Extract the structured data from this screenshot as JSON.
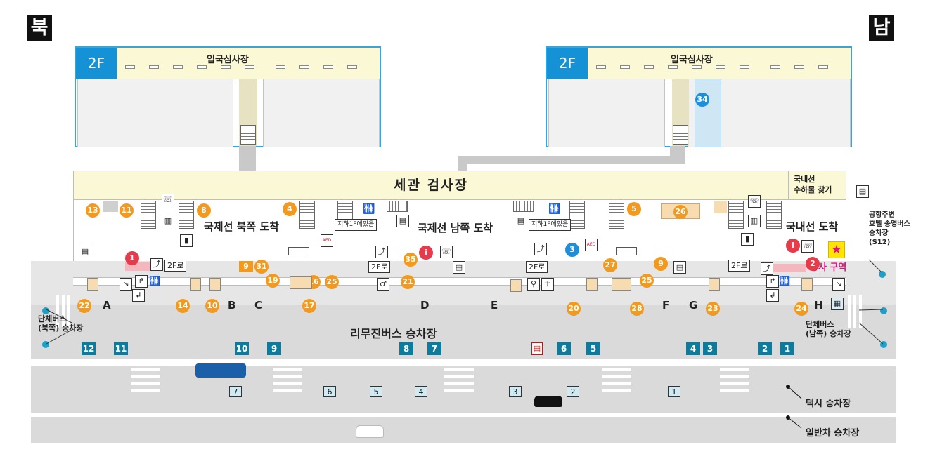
{
  "corners": {
    "north": "북",
    "south": "남"
  },
  "floor2": {
    "north": {
      "floor_label": "2F",
      "title": "입국심사장"
    },
    "south": {
      "floor_label": "2F",
      "title": "입국심사장",
      "marker": "34"
    }
  },
  "hall": {
    "customs_title": "세관 검사장",
    "domestic_baggage_title": "국내선\n수하물 찾기",
    "zone_north": "국제선 북쪽 도착",
    "zone_south": "국제선 남쪽 도착",
    "zone_domestic": "국내선 도착",
    "b1_note_1": "지하1F에있음",
    "b1_note_2": "지하1F에있음",
    "to_2f_1": "2F로",
    "to_2f_2": "2F로",
    "to_2f_3": "2F로",
    "to_2f_4": "2F로",
    "construction": "공사 구역",
    "aed": "AED"
  },
  "facility_numbers": {
    "n1": "1",
    "n2": "2",
    "n3": "3",
    "n4": "4",
    "n5": "5",
    "n8": "8",
    "n9a": "9",
    "n9b": "9",
    "n10": "10",
    "n11": "11",
    "n13": "13",
    "n14": "14",
    "n16": "16",
    "n17": "17",
    "n19": "19",
    "n20": "20",
    "n21": "21",
    "n22": "22",
    "n23": "23",
    "n24": "24",
    "n25a": "25",
    "n25b": "25",
    "n26": "26",
    "n27": "27",
    "n28": "28",
    "n31": "31",
    "n35": "35"
  },
  "doors": [
    "A",
    "B",
    "C",
    "D",
    "E",
    "F",
    "G",
    "H"
  ],
  "limousine": {
    "title": "리무진버스 승차장",
    "stops": [
      "12",
      "11",
      "10",
      "9",
      "8",
      "7",
      "6",
      "5",
      "4",
      "3",
      "2",
      "1"
    ]
  },
  "group_bus": {
    "north": "단체버스\n(북쪽) 승차장",
    "south": "단체버스\n(남쪽) 승차장"
  },
  "hotel_bus": "공항주변\n호텔 송영버스\n승차장\n(S12)",
  "taxi": {
    "title": "택시 승차장",
    "stops": [
      "7",
      "6",
      "5",
      "4",
      "3",
      "2",
      "1"
    ]
  },
  "general_car": "일반차 승차장",
  "colors": {
    "blue_frame": "#33a6dd",
    "orange": "#f39a1e",
    "red": "#e63b4a",
    "stop_teal": "#0e7a9c"
  },
  "icons": [
    "elevator-icon",
    "restroom-icon",
    "phone-icon",
    "escalator-icon",
    "information-icon",
    "atm-icon",
    "taxi-icon",
    "bus-icon",
    "car-icon"
  ]
}
